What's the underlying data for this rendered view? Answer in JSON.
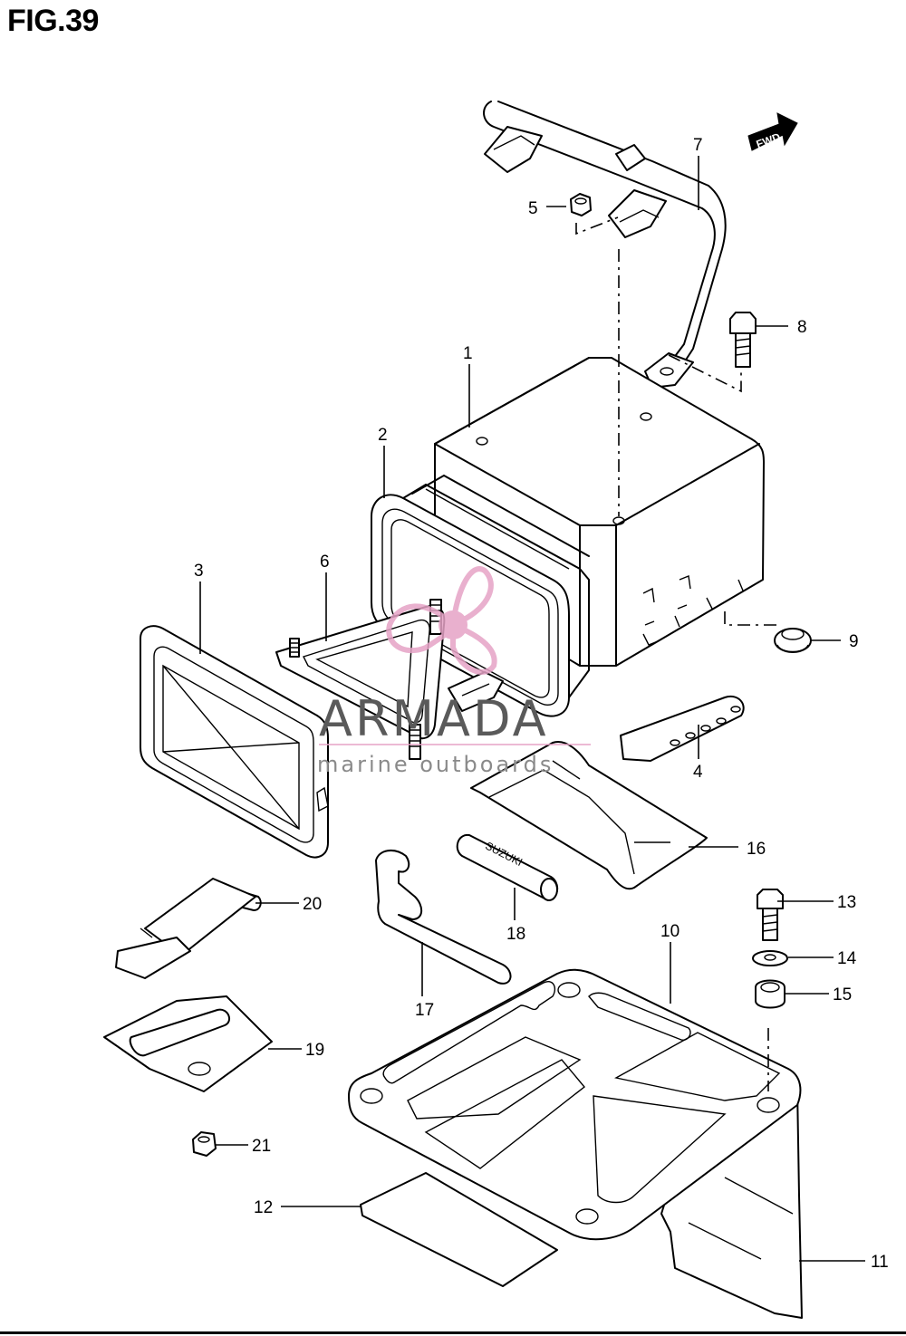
{
  "figure": {
    "title": "FIG.39"
  },
  "orientation_marker": {
    "text": "FWD"
  },
  "part_labels": {
    "p1": "1",
    "p2": "2",
    "p3": "3",
    "p4": "4",
    "p5": "5",
    "p6": "6",
    "p7": "7",
    "p8": "8",
    "p9": "9",
    "p10": "10",
    "p11": "11",
    "p12": "12",
    "p13": "13",
    "p14": "14",
    "p15": "15",
    "p16": "16",
    "p17": "17",
    "p18": "18",
    "p19": "19",
    "p20": "20",
    "p21": "21"
  },
  "part_markings": {
    "p18": "SUZUKI"
  },
  "watermark": {
    "brand": "ARMADA",
    "tagline": "marine outboards",
    "logo_color": "#e6a3c6"
  }
}
